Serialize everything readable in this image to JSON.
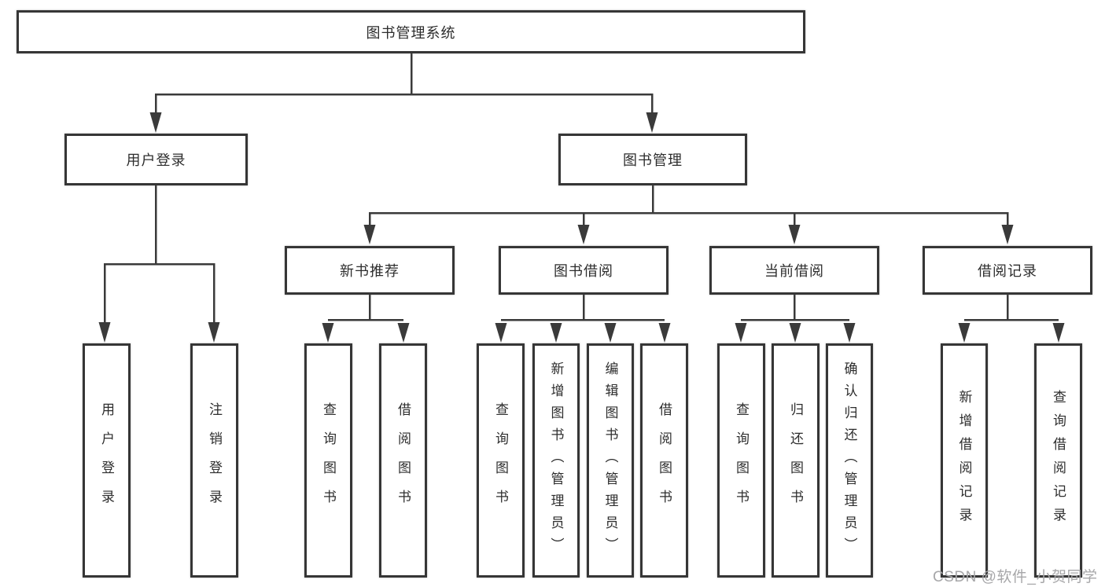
{
  "tree": {
    "label": "图书管理系统",
    "children": [
      {
        "label": "用户登录",
        "children": [
          {
            "label": "用户登录"
          },
          {
            "label": "注销登录"
          }
        ]
      },
      {
        "label": "图书管理",
        "children": [
          {
            "label": "新书推荐",
            "children": [
              {
                "label": "查询图书"
              },
              {
                "label": "借阅图书"
              }
            ]
          },
          {
            "label": "图书借阅",
            "children": [
              {
                "label": "查询图书"
              },
              {
                "label": "新增图书（管理员）"
              },
              {
                "label": "编辑图书（管理员）"
              },
              {
                "label": "借阅图书"
              }
            ]
          },
          {
            "label": "当前借阅",
            "children": [
              {
                "label": "查询图书"
              },
              {
                "label": "归还图书"
              },
              {
                "label": "确认归还（管理员）"
              }
            ]
          },
          {
            "label": "借阅记录",
            "children": [
              {
                "label": "新增借阅记录"
              },
              {
                "label": "查询借阅记录"
              }
            ]
          }
        ]
      }
    ]
  },
  "watermark": {
    "text": "CSDN @软件_小贺同学"
  },
  "colors": {
    "line": "#3a3a3a",
    "box_border": "#363636",
    "text": "#2d2d2d",
    "watermark": "#a7a7a9",
    "background": "#ffffff"
  }
}
